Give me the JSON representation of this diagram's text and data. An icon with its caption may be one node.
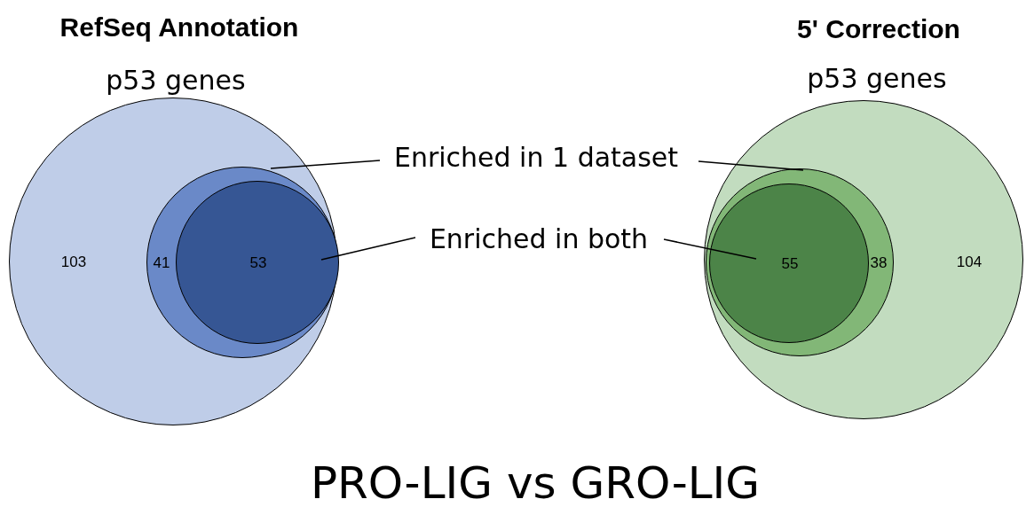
{
  "diagram": {
    "caption": "PRO-LIG vs GRO-LIG",
    "nodes": [
      {
        "text": [
          "p53 genes",
          "103"
        ]
      },
      {
        "text": [
          "41"
        ],
        "in": 0
      },
      {
        "text": [
          "53"
        ],
        "in": 1
      },
      {
        "text": [
          "p53 genes",
          "104"
        ]
      },
      {
        "text": [
          "38"
        ],
        "in": 3
      },
      {
        "text": [
          "55"
        ],
        "in": 4
      },
      {
        "text": [
          "Enriched in 1 dataset"
        ]
      },
      {
        "text": [
          "Enriched in both"
        ]
      }
    ],
    "edges": [
      {
        "from": 6,
        "to": 1,
        "arrow": "none"
      },
      {
        "from": 6,
        "to": 4,
        "arrow": "none"
      },
      {
        "from": 7,
        "to": 2,
        "arrow": "none"
      },
      {
        "from": 7,
        "to": 5,
        "arrow": "none"
      }
    ],
    "labels": [
      "RefSeq Annotation",
      "5' Correction"
    ]
  }
}
